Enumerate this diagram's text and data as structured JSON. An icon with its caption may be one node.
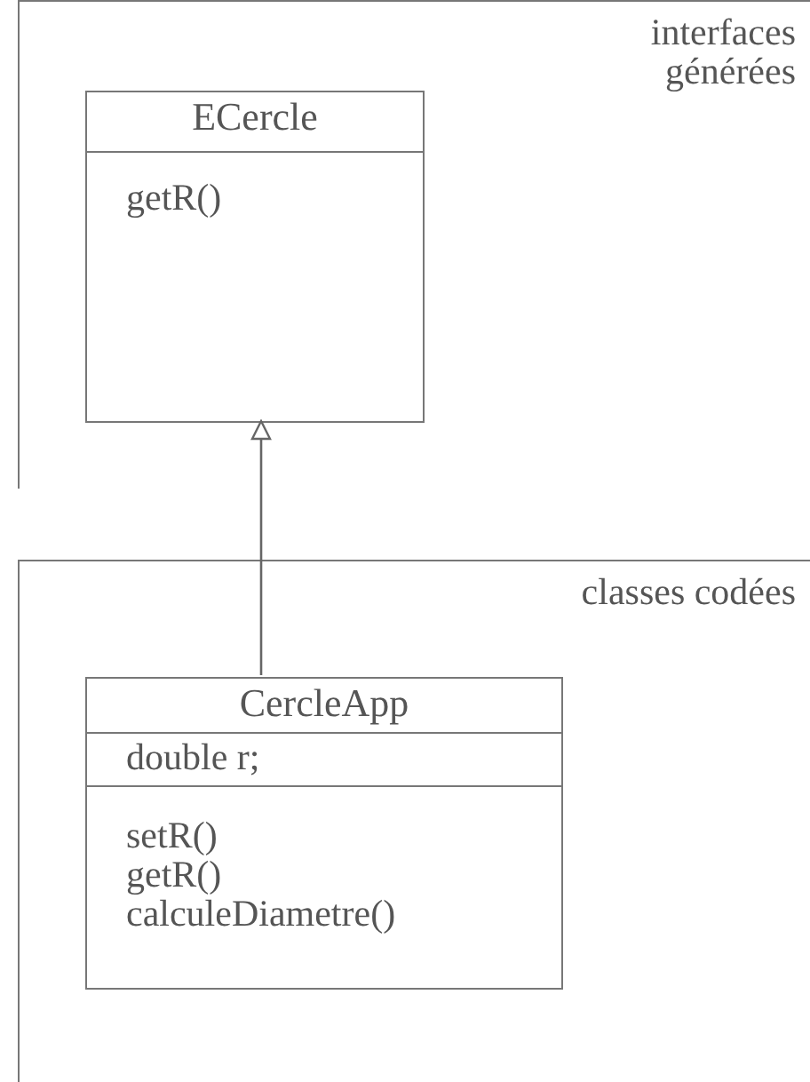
{
  "diagram": {
    "nodes": [
      {
        "text": [
          "interfaces générées"
        ]
      },
      {
        "text": [
          "ECercle",
          "getR()"
        ],
        "in": 0
      },
      {
        "text": [
          "classes codées"
        ]
      },
      {
        "text": [
          "CercleApp",
          "double r;",
          "setR()",
          "getR()",
          "calculeDiametre()"
        ],
        "in": 2
      }
    ],
    "edges": [
      {
        "from": 3,
        "to": 1,
        "arrow": "to"
      }
    ]
  }
}
